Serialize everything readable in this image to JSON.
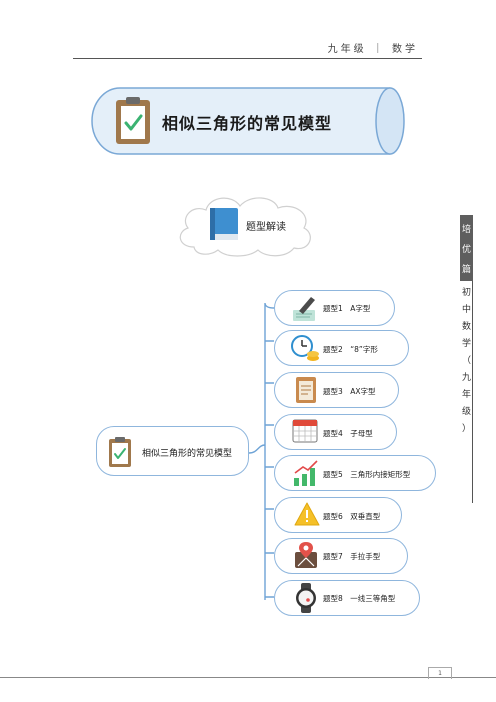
{
  "header": {
    "text": "九年级 ｜ 数学"
  },
  "title": {
    "text": "相似三角形的常见模型",
    "icon": "clipboard-check-icon"
  },
  "section": {
    "label": "题型解读",
    "icon": "book-icon"
  },
  "side_tab": {
    "dark_chars": [
      "培",
      "优",
      "篇"
    ],
    "light_chars": [
      "初",
      "中",
      "数",
      "学",
      "（",
      "九",
      "年",
      "级",
      "）"
    ]
  },
  "mindmap": {
    "root": {
      "label": "相似三角形的常见模型",
      "icon": "clipboard-check-icon"
    },
    "branches": [
      {
        "label": "题型1　A字型",
        "icon": "pen-paper-icon"
      },
      {
        "label": "题型2　“8”字形",
        "icon": "clock-coins-icon"
      },
      {
        "label": "题型3　AX字型",
        "icon": "document-icon"
      },
      {
        "label": "题型4　子母型",
        "icon": "calendar-icon"
      },
      {
        "label": "题型5　三角形内接矩形型",
        "icon": "growth-chart-icon"
      },
      {
        "label": "题型6　双垂直型",
        "icon": "warning-icon"
      },
      {
        "label": "题型7　手拉手型",
        "icon": "map-pin-icon"
      },
      {
        "label": "题型8　一线三等角型",
        "icon": "watch-icon"
      }
    ],
    "line_color": "#6ea3d6",
    "border_color": "#8fb6dd"
  },
  "footer": {
    "page_number": "1"
  }
}
